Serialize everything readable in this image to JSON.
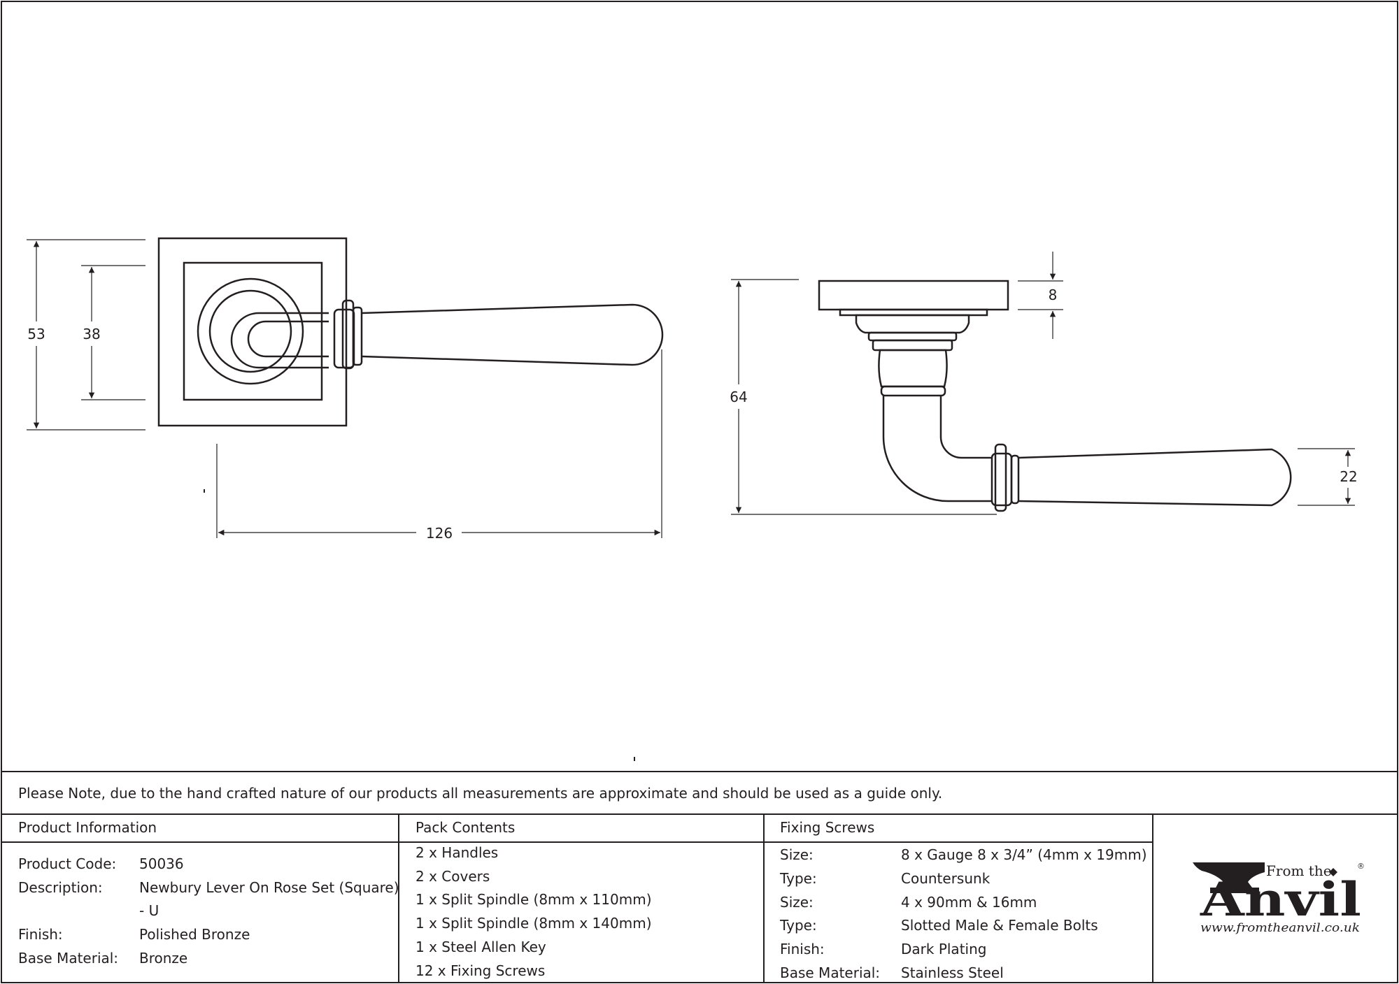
{
  "dimensions": {
    "front_outer_height": "53",
    "front_inner_height": "38",
    "lever_length": "126",
    "side_height": "64",
    "rose_thickness": "8",
    "grip_diameter": "22"
  },
  "note": "Please Note, due to the hand crafted nature of our products all measurements are approximate and should be used as a guide only.",
  "product_information": {
    "header": "Product Information",
    "rows": [
      {
        "label": "Product Code:",
        "value": "50036"
      },
      {
        "label": "Description:",
        "value": "Newbury Lever On Rose Set (Square)",
        "value_cont": "- U"
      },
      {
        "label": "Finish:",
        "value": "Polished Bronze"
      },
      {
        "label": "Base Material:",
        "value": "Bronze"
      }
    ]
  },
  "pack_contents": {
    "header": "Pack Contents",
    "items": [
      "2 x Handles",
      "2 x Covers",
      "1 x Split Spindle (8mm x 110mm)",
      "1 x Split Spindle (8mm x 140mm)",
      "1 x Steel Allen Key",
      "12 x Fixing Screws"
    ]
  },
  "fixing_screws": {
    "header": "Fixing Screws",
    "rows": [
      {
        "label": "Size:",
        "value": "8 x Gauge 8 x 3/4” (4mm x 19mm)"
      },
      {
        "label": "Type:",
        "value": "Countersunk"
      },
      {
        "label": "Size:",
        "value": "4 x 90mm & 16mm"
      },
      {
        "label": "Type:",
        "value": "Slotted Male & Female Bolts"
      },
      {
        "label": "Finish:",
        "value": "Dark Plating"
      },
      {
        "label": "Base Material:",
        "value": "Stainless Steel"
      }
    ]
  },
  "logo": {
    "from_the": "From the",
    "anvil": "Anvil",
    "registered": "®",
    "website": "www.fromtheanvil.co.uk"
  },
  "colors": {
    "ink": "#231f20",
    "paper": "#ffffff"
  }
}
